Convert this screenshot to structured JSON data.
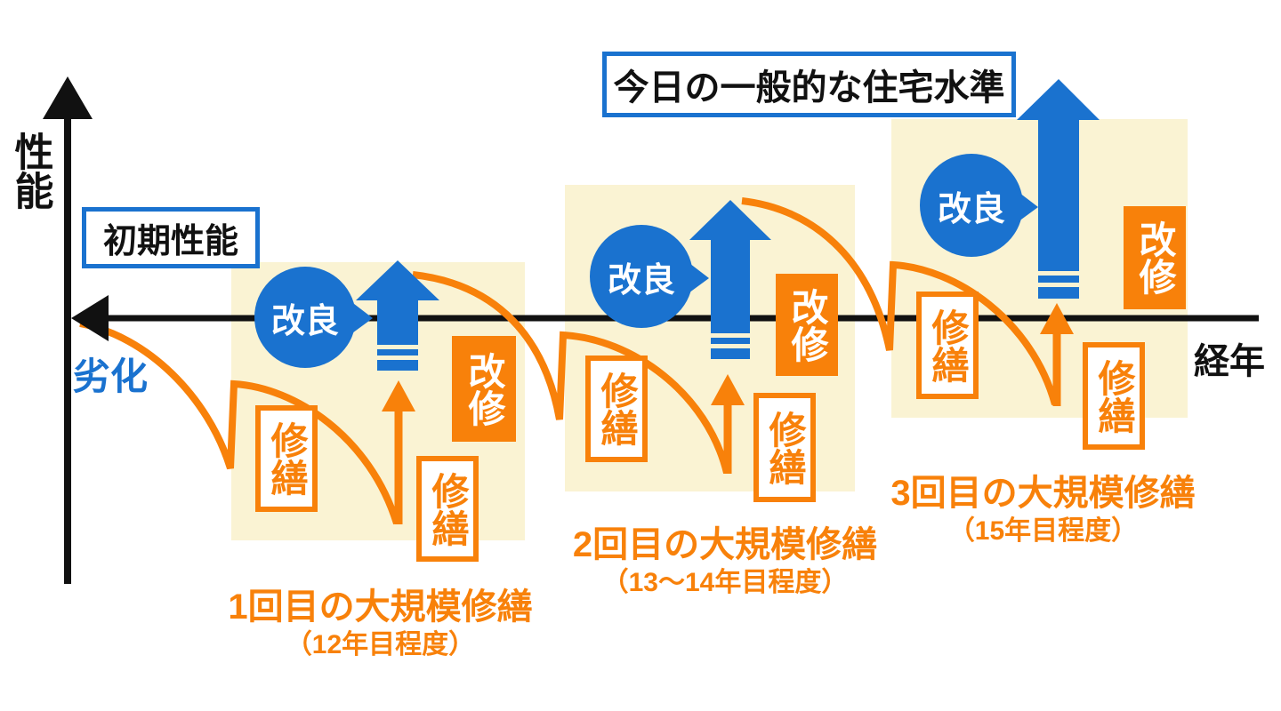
{
  "colors": {
    "blue": "#1a72cf",
    "orange": "#f8810a",
    "cream": "#faf3d3",
    "axis_black": "#111111"
  },
  "axes": {
    "y_label": "性能",
    "x_label": "経年"
  },
  "annotations": {
    "title_box": "今日の一般的な住宅水準",
    "initial_performance_box": "初期性能",
    "deterioration_label": "劣化"
  },
  "clusters": [
    {
      "improvement": "改良",
      "renovation": "改修",
      "repair_1": "修繕",
      "repair_2": "修繕",
      "caption": "1回目の大規模修繕",
      "subcaption": "（12年目程度）"
    },
    {
      "improvement": "改良",
      "renovation": "改修",
      "repair_1": "修繕",
      "repair_2": "修繕",
      "caption": "2回目の大規模修繕",
      "subcaption": "（13〜14年目程度）"
    },
    {
      "improvement": "改良",
      "renovation": "改修",
      "repair_1": "修繕",
      "repair_2": "修繕",
      "caption": "3回目の大規模修繕",
      "subcaption": "（15年目程度）"
    }
  ]
}
